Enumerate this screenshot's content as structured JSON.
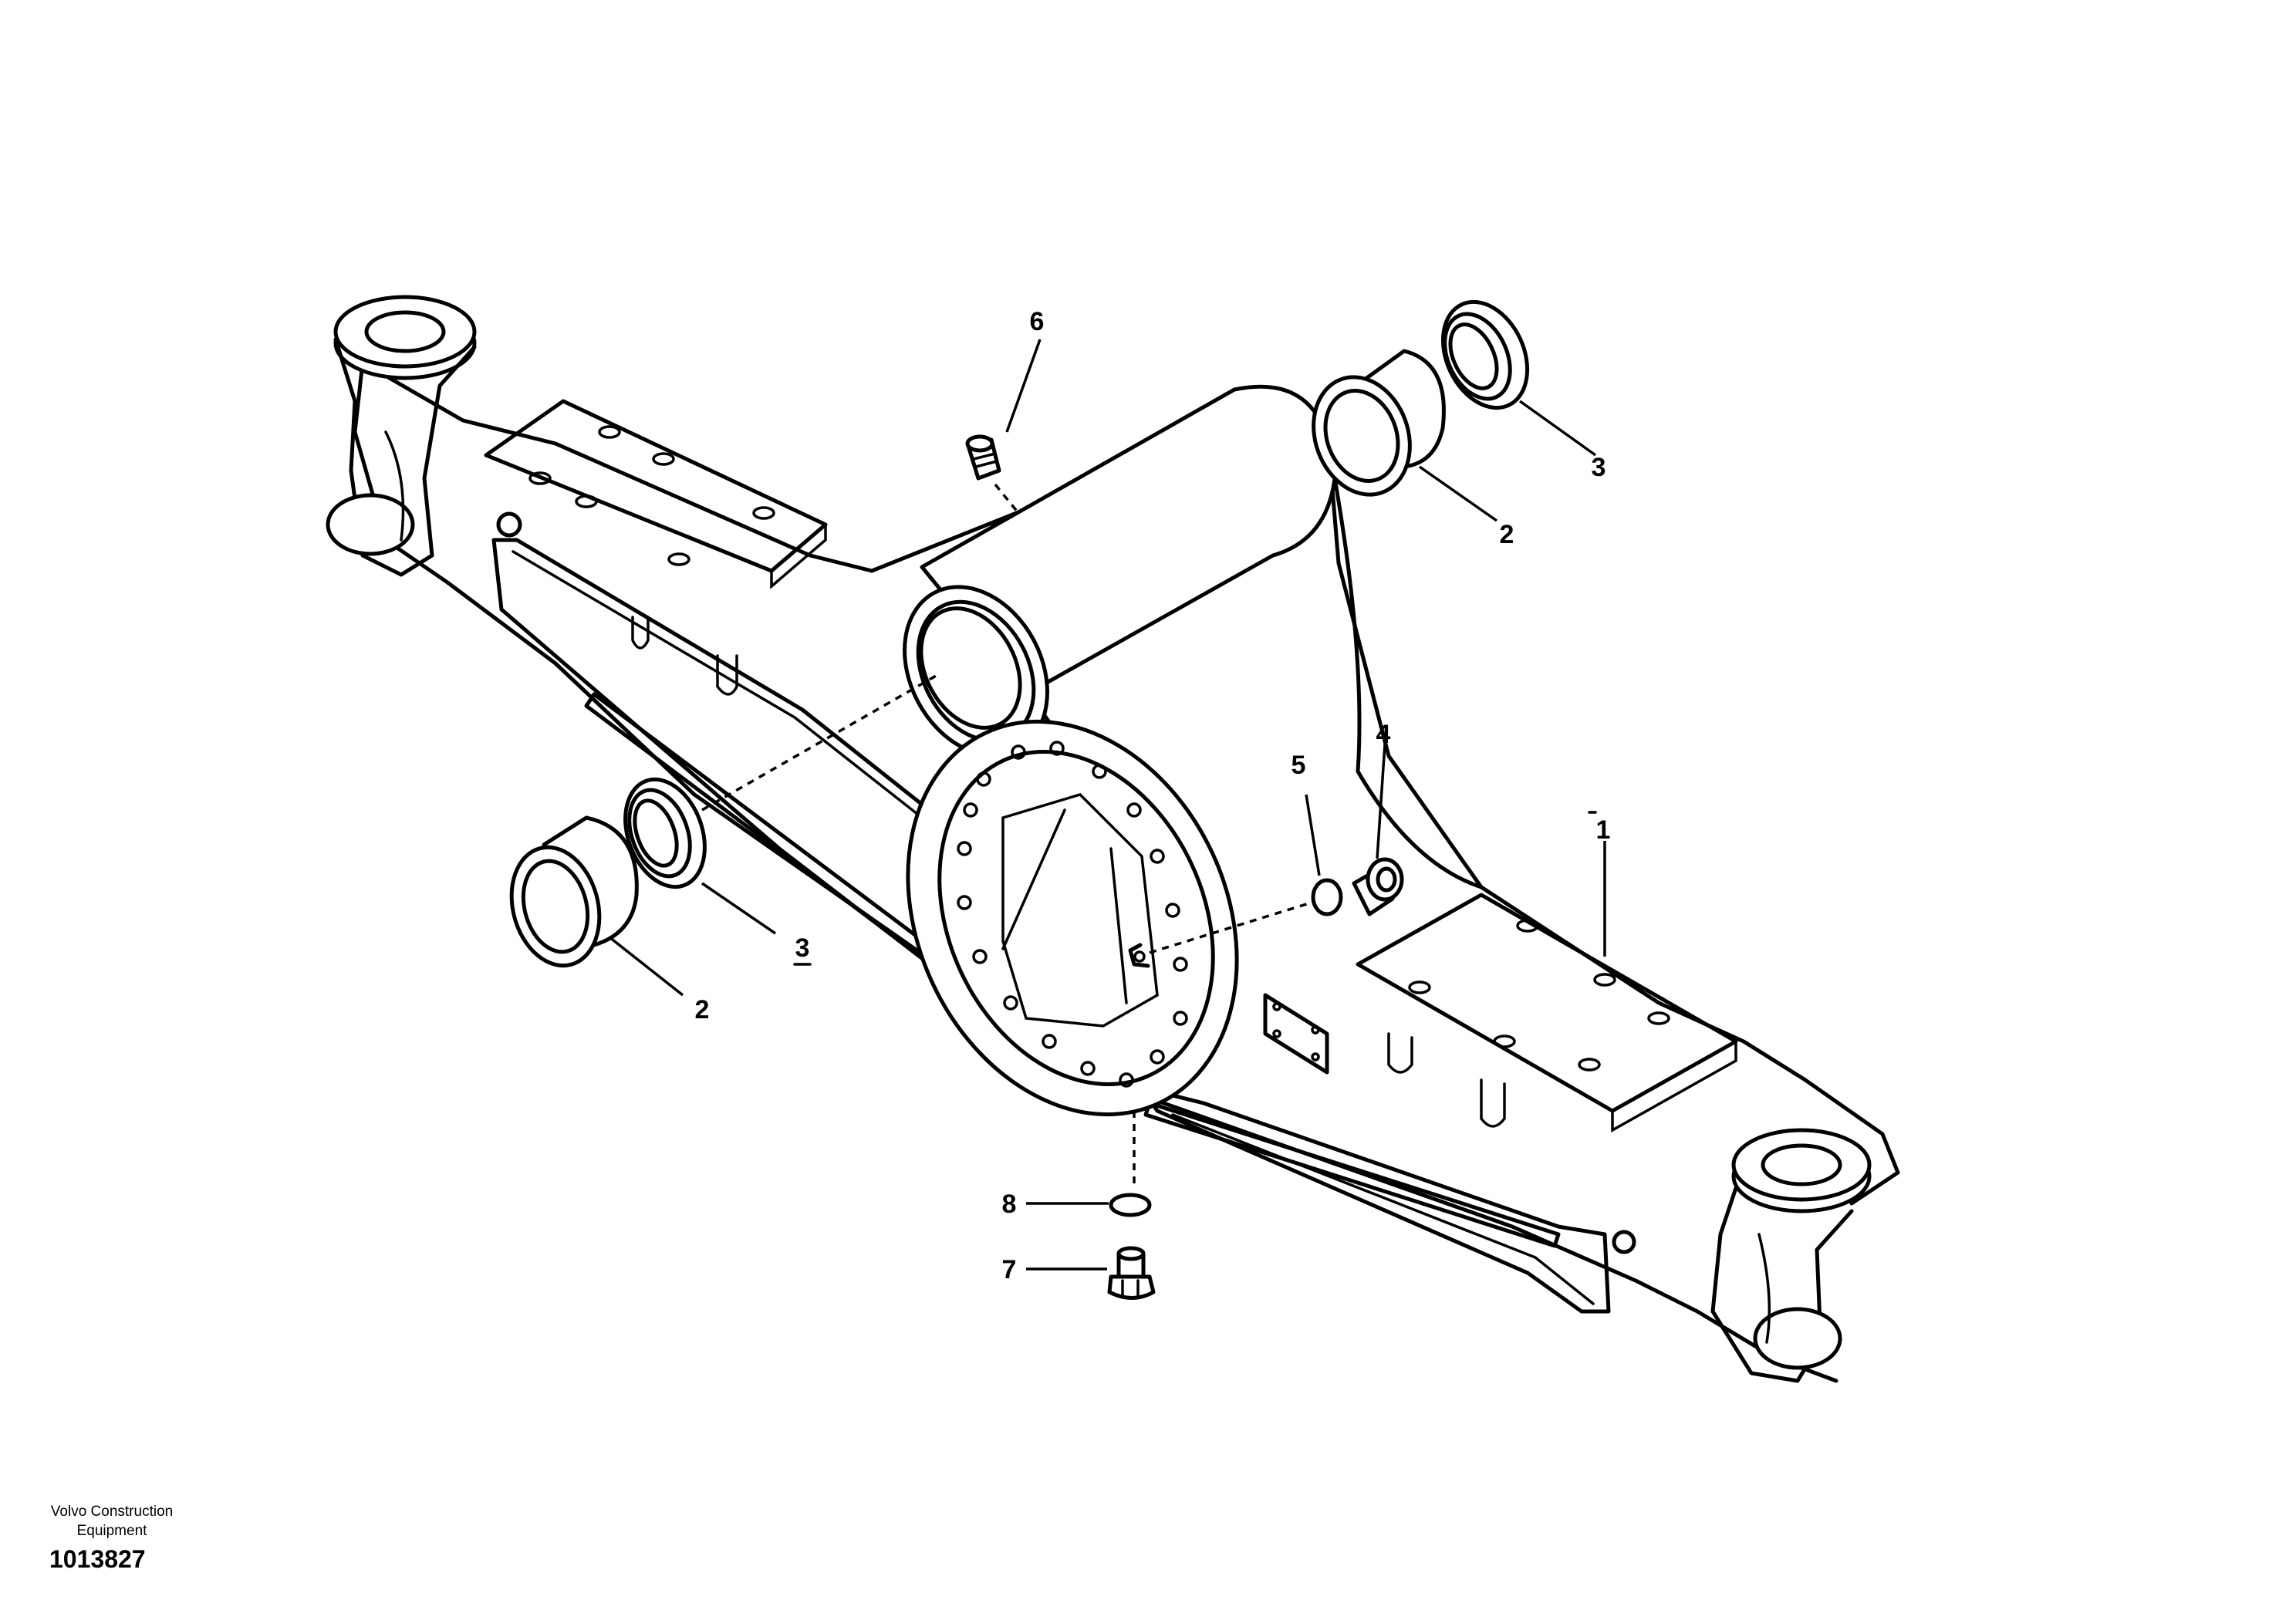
{
  "callouts": [
    {
      "id": "c6",
      "label": "6"
    },
    {
      "id": "c3a",
      "label": "3"
    },
    {
      "id": "c2a",
      "label": "2"
    },
    {
      "id": "c5",
      "label": "5"
    },
    {
      "id": "c4",
      "label": "4"
    },
    {
      "id": "c1",
      "label": "1"
    },
    {
      "id": "c3b",
      "label": "3"
    },
    {
      "id": "c2b",
      "label": "2"
    },
    {
      "id": "c8",
      "label": "8"
    },
    {
      "id": "c7",
      "label": "7"
    }
  ],
  "footer": {
    "brand_line1": "Volvo Construction",
    "brand_line2": "Equipment",
    "figure_id": "1013827"
  }
}
